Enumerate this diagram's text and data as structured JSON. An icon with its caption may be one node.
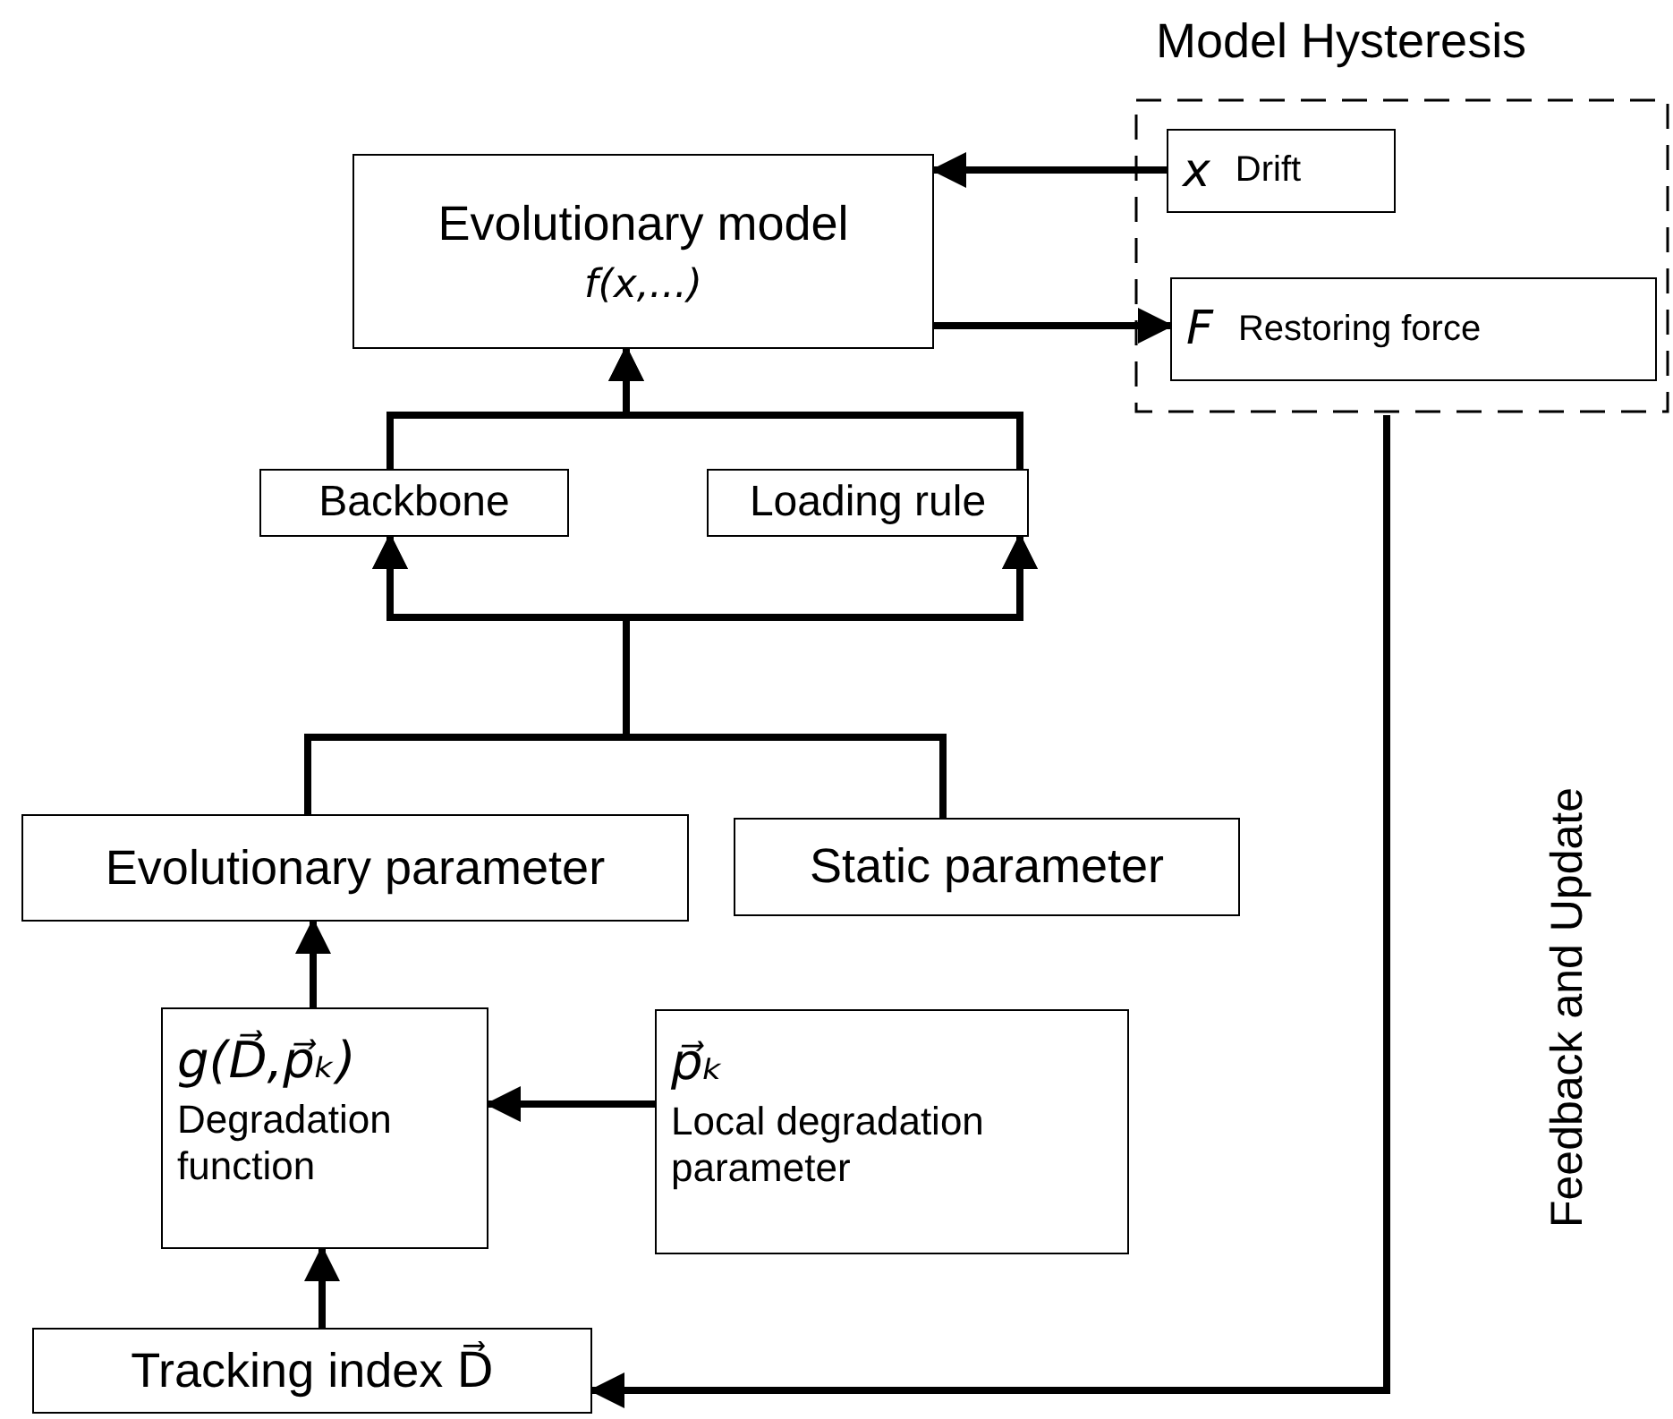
{
  "diagram": {
    "nodes": [
      {
        "text": [
          "Model Hysteresis"
        ]
      },
      {
        "text": [
          "x",
          "Drift"
        ],
        "in": 0
      },
      {
        "text": [
          "F",
          "Restoring force"
        ],
        "in": 0
      },
      {
        "text": [
          "Evolutionary model",
          "f(x,...)"
        ]
      },
      {
        "text": [
          "Backbone"
        ]
      },
      {
        "text": [
          "Loading rule"
        ]
      },
      {
        "text": [
          "Evolutionary parameter"
        ]
      },
      {
        "text": [
          "Static parameter"
        ]
      },
      {
        "text": [
          "g(D⃗,p⃗ₖ)",
          "Degradation function"
        ]
      },
      {
        "text": [
          "p⃗ₖ",
          "Local degradation parameter"
        ]
      },
      {
        "text": [
          "Tracking index D⃗"
        ]
      }
    ],
    "edges": [
      {
        "from": 1,
        "to": 3,
        "arrow": "to"
      },
      {
        "from": 3,
        "to": 2,
        "arrow": "to"
      },
      {
        "from": 4,
        "to": 3,
        "arrow": "to"
      },
      {
        "from": 5,
        "to": 3,
        "arrow": "to"
      },
      {
        "from": 6,
        "to": 4,
        "arrow": "to"
      },
      {
        "from": 6,
        "to": 5,
        "arrow": "to"
      },
      {
        "from": 7,
        "to": 4,
        "arrow": "to"
      },
      {
        "from": 7,
        "to": 5,
        "arrow": "to"
      },
      {
        "from": 8,
        "to": 6,
        "arrow": "to"
      },
      {
        "from": 9,
        "to": 8,
        "arrow": "to"
      },
      {
        "from": 10,
        "to": 8,
        "arrow": "to"
      },
      {
        "from": 0,
        "to": 10,
        "arrow": "to",
        "label": "Feedback and Update"
      }
    ]
  }
}
